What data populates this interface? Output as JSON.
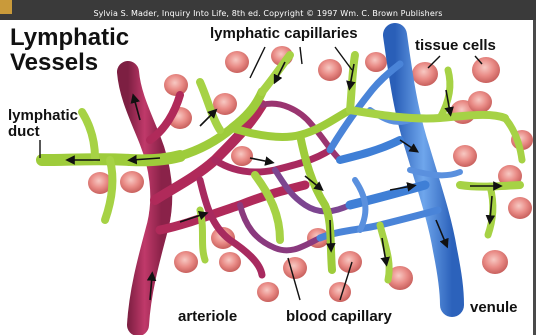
{
  "header": {
    "copyright": "Sylvia S. Mader, Inquiry Into Life, 8th ed. Copyright © 1997 Wm. C. Brown Publishers"
  },
  "diagram": {
    "title_line1": "Lymphatic",
    "title_line2": "Vessels",
    "labels": {
      "lymphatic_capillaries": "lymphatic capillaries",
      "tissue_cells": "tissue cells",
      "lymphatic_duct_line1": "lymphatic",
      "lymphatic_duct_line2": "duct",
      "arteriole": "arteriole",
      "blood_capillary": "blood capillary",
      "venule": "venule"
    },
    "colors": {
      "arteriole": "#b02a5a",
      "venule": "#3f7fd6",
      "lymphatic": "#9ecc3b",
      "tissue_cell": "#e98b86"
    }
  }
}
